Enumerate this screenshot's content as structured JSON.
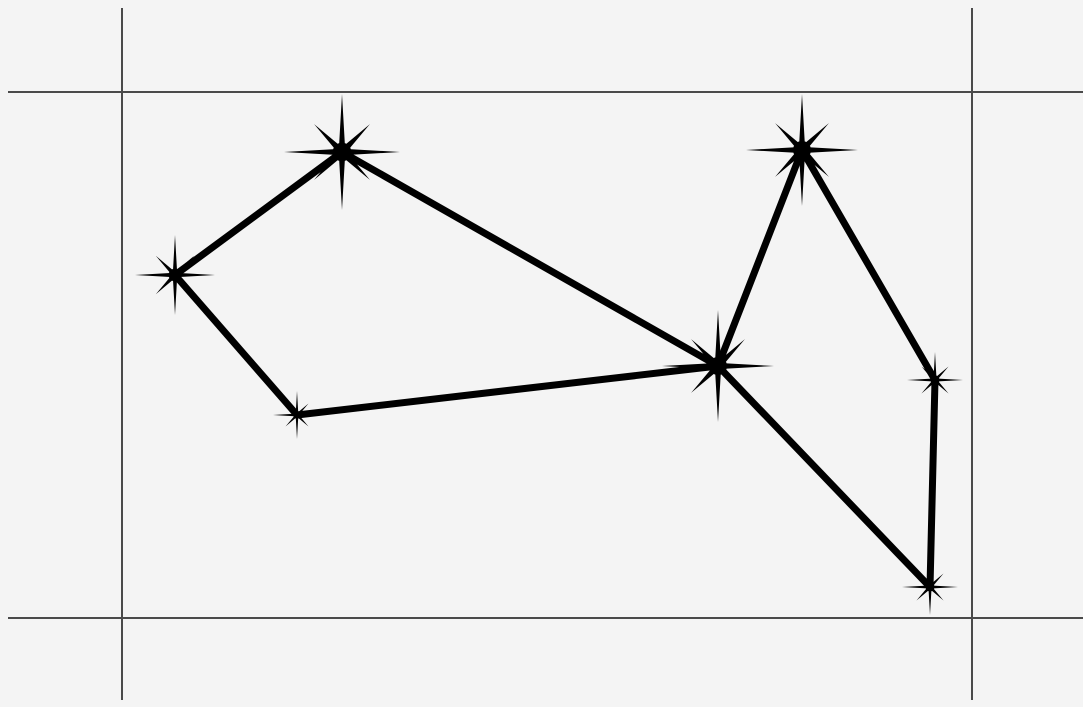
{
  "diagram": {
    "type": "constellation",
    "colors": {
      "background": "#f4f4f4",
      "guide_lines": "#4a4a4a",
      "stars_and_edges": "#000000"
    },
    "stars": [
      {
        "id": "star-1",
        "shape": "large-star-icon"
      },
      {
        "id": "star-2",
        "shape": "medium-star-icon"
      },
      {
        "id": "star-3",
        "shape": "small-star-icon"
      },
      {
        "id": "star-4",
        "shape": "large-star-icon"
      },
      {
        "id": "star-5",
        "shape": "large-star-icon"
      },
      {
        "id": "star-6",
        "shape": "small-star-icon"
      },
      {
        "id": "star-7",
        "shape": "small-star-icon"
      }
    ],
    "connections": [
      [
        "star-1",
        "star-2"
      ],
      [
        "star-2",
        "star-3"
      ],
      [
        "star-3",
        "star-4"
      ],
      [
        "star-1",
        "star-4"
      ],
      [
        "star-4",
        "star-5"
      ],
      [
        "star-5",
        "star-6"
      ],
      [
        "star-6",
        "star-7"
      ],
      [
        "star-4",
        "star-7"
      ]
    ]
  }
}
